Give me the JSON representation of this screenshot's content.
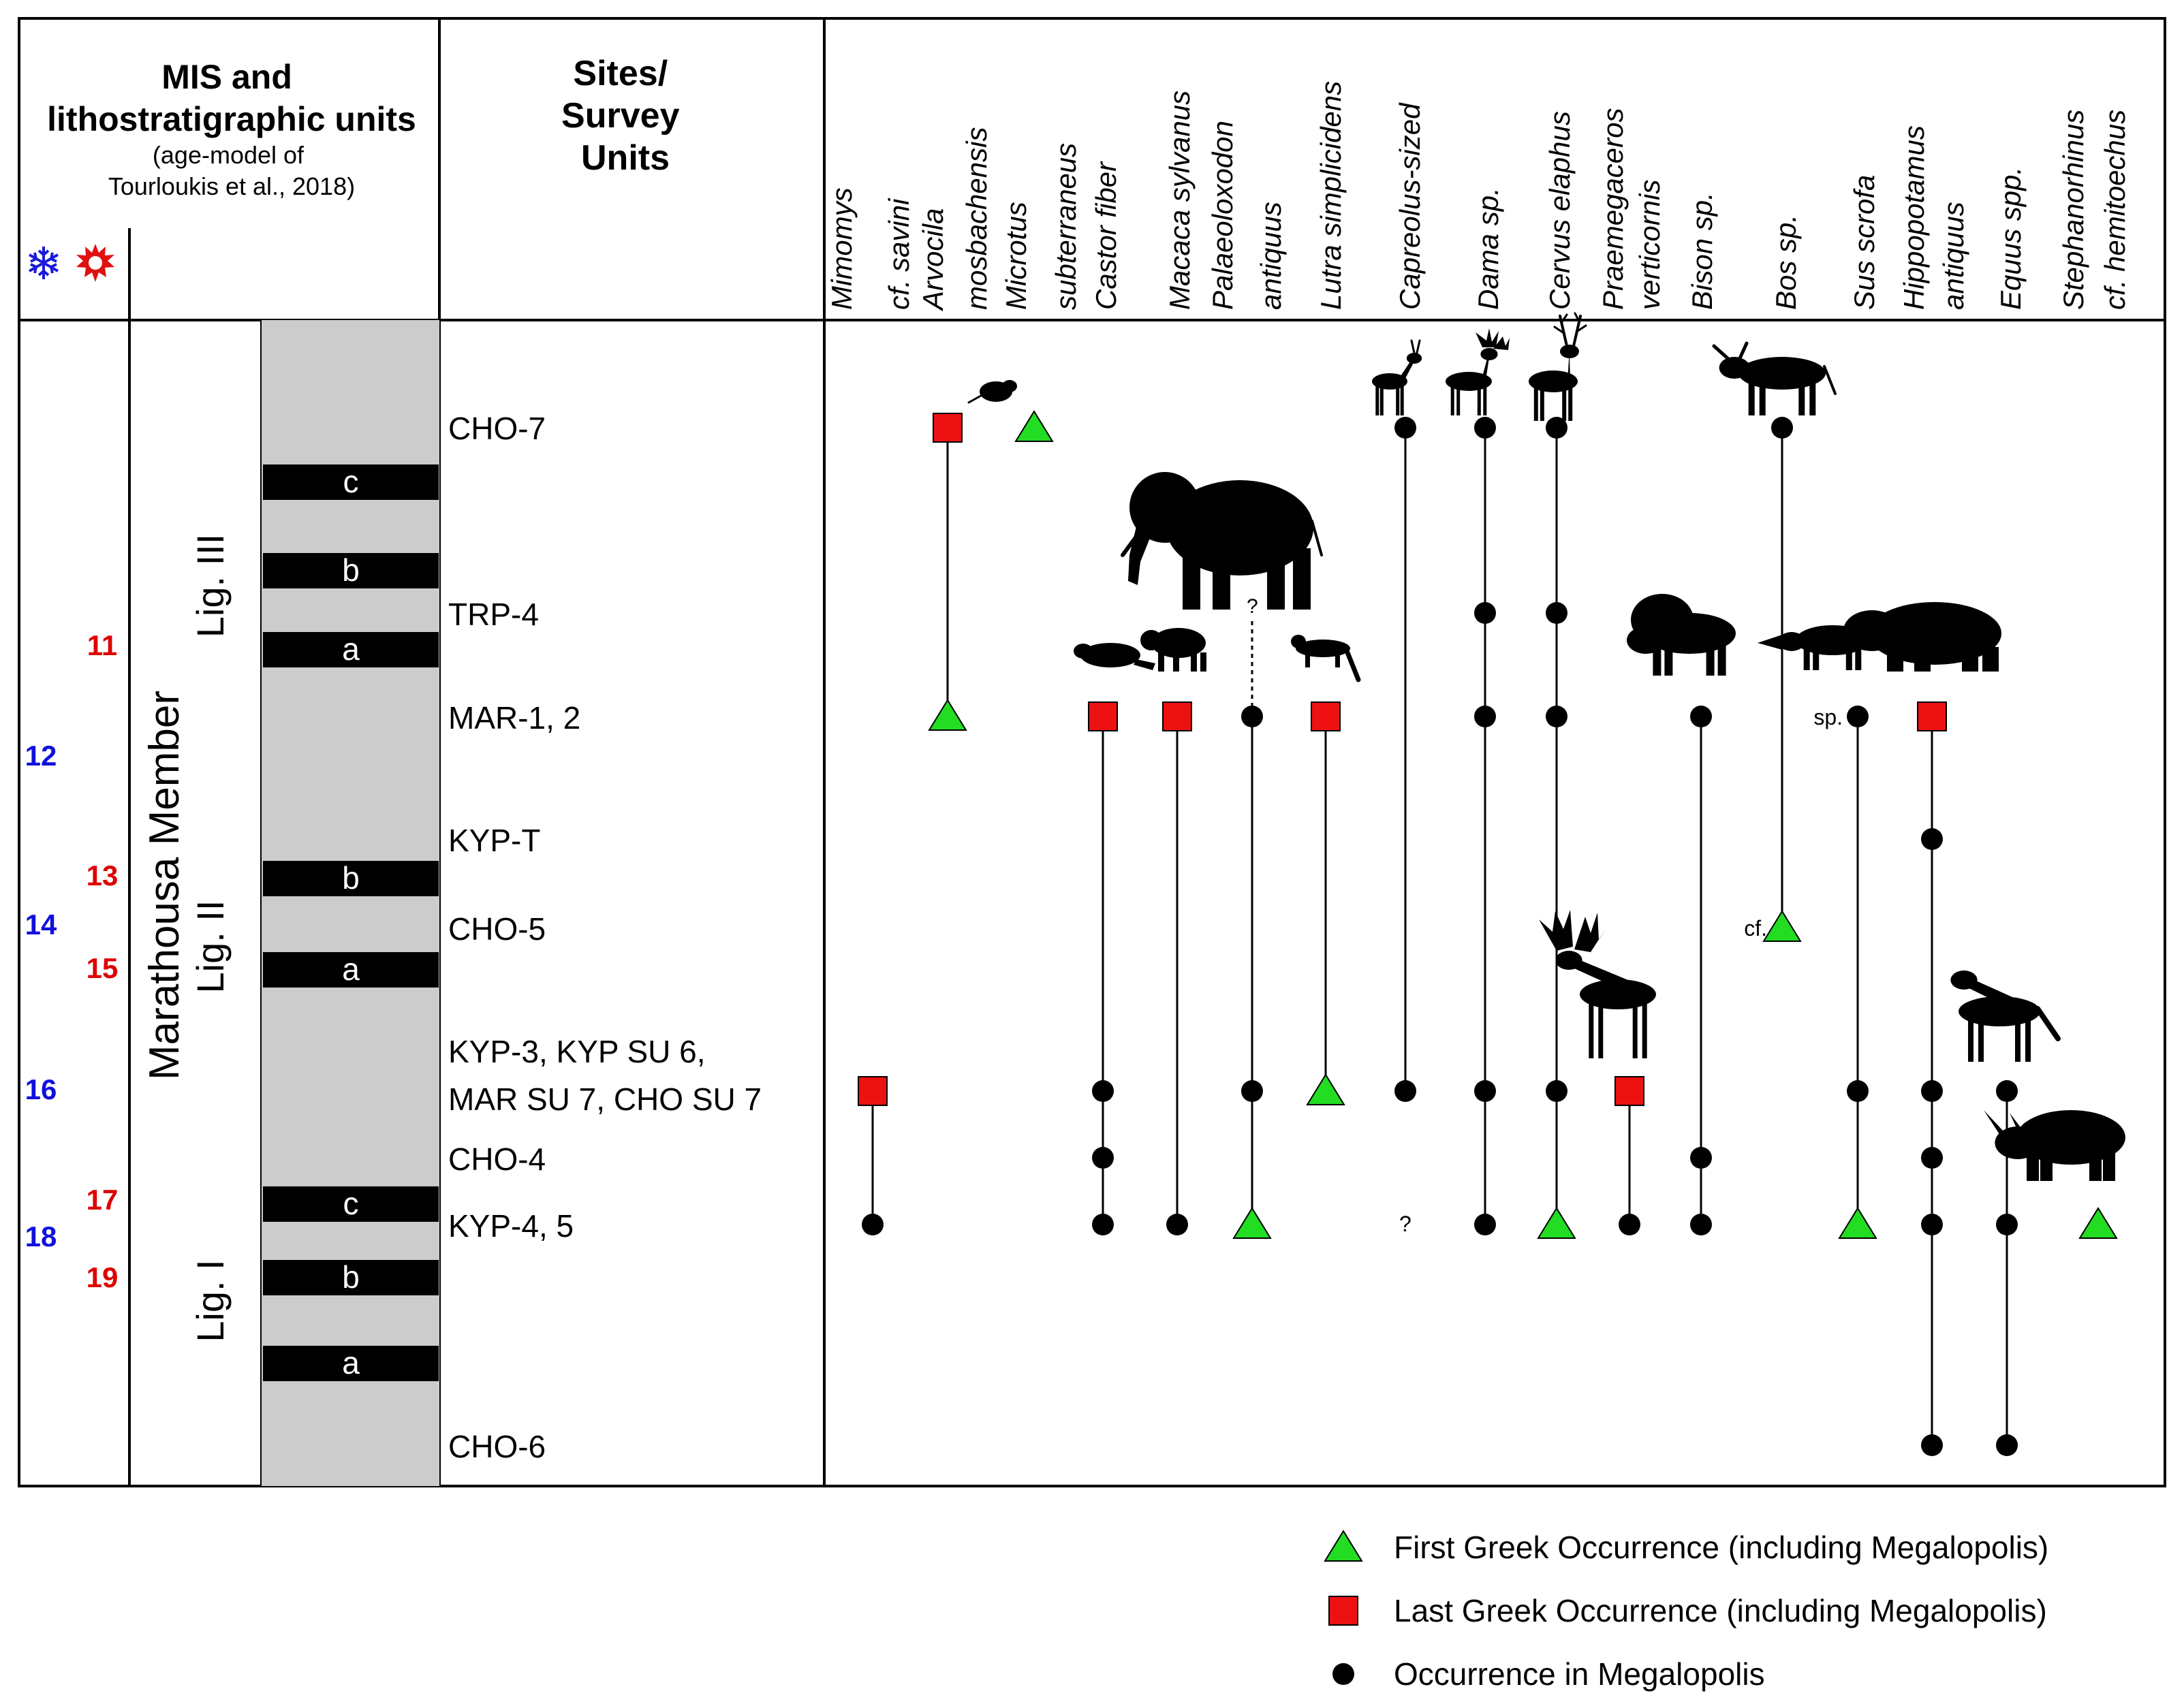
{
  "header": {
    "mis_title": [
      "MIS and",
      "lithostratigraphic units"
    ],
    "mis_subtitle": [
      "(age-model of",
      "Tourloukis et al., 2018)"
    ],
    "cold_icon": "snowflake-icon",
    "warm_icon": "sun-icon",
    "sites_title": [
      "Sites/",
      "Survey",
      "Units"
    ]
  },
  "taxa": [
    [
      "Mimomys",
      "cf. savini"
    ],
    [
      "Arvocila",
      "mosbachensis"
    ],
    [
      "Microtus",
      "subterraneus"
    ],
    [
      "Castor fiber"
    ],
    [
      "Macaca sylvanus"
    ],
    [
      "Palaeoloxodon",
      "antiquus"
    ],
    [
      "Lutra simplicidens"
    ],
    [
      "Capreolus-sized"
    ],
    [
      "Dama sp."
    ],
    [
      "Cervus elaphus"
    ],
    [
      "Praemegaceros",
      "verticornis"
    ],
    [
      "Bison sp."
    ],
    [
      "Bos sp."
    ],
    [
      "Sus scrofa"
    ],
    [
      "Hippopotamus",
      "antiquus"
    ],
    [
      "Equus spp."
    ],
    [
      "Stephanorhinus",
      "cf. hemitoechus"
    ]
  ],
  "member": "Marathousa Member",
  "lignites": [
    {
      "label": "Lig. III",
      "beds": [
        "c",
        "b",
        "a"
      ]
    },
    {
      "label": "Lig. II",
      "beds": [
        "b",
        "a"
      ]
    },
    {
      "label": "Lig. I",
      "beds": [
        "c",
        "b",
        "a"
      ]
    }
  ],
  "mis_stages": {
    "warm": [
      "11",
      "13",
      "15",
      "17",
      "19"
    ],
    "cold": [
      "12",
      "14",
      "16",
      "18"
    ]
  },
  "sites": [
    [
      "CHO-7"
    ],
    [
      "TRP-4"
    ],
    [
      "MAR-1, 2"
    ],
    [
      "KYP-T"
    ],
    [
      "CHO-5"
    ],
    [
      "KYP-3, KYP SU 6,",
      "MAR SU 7, CHO SU 7"
    ],
    [
      "CHO-4"
    ],
    [
      "KYP-4, 5"
    ],
    [
      "CHO-6"
    ]
  ],
  "occurrences": [
    {
      "taxon": 0,
      "items": [
        [
          5,
          "L"
        ],
        [
          7,
          "O"
        ]
      ]
    },
    {
      "taxon": 1,
      "items": [
        [
          0,
          "L"
        ],
        [
          2,
          "F"
        ]
      ]
    },
    {
      "taxon": 2,
      "items": [
        [
          0,
          "F"
        ]
      ]
    },
    {
      "taxon": 3,
      "items": [
        [
          2,
          "L"
        ],
        [
          5,
          "O"
        ],
        [
          6,
          "O"
        ],
        [
          7,
          "O"
        ]
      ]
    },
    {
      "taxon": 4,
      "items": [
        [
          2,
          "L"
        ],
        [
          7,
          "O"
        ]
      ]
    },
    {
      "taxon": 5,
      "items": [
        [
          2,
          "O"
        ],
        [
          5,
          "O"
        ],
        [
          7,
          "F"
        ]
      ],
      "uncertain_above": "?"
    },
    {
      "taxon": 6,
      "items": [
        [
          2,
          "L"
        ],
        [
          5,
          "F"
        ]
      ]
    },
    {
      "taxon": 7,
      "items": [
        [
          0,
          "O"
        ],
        [
          5,
          "O"
        ],
        [
          7,
          "?"
        ]
      ]
    },
    {
      "taxon": 8,
      "items": [
        [
          0,
          "O"
        ],
        [
          1,
          "O"
        ],
        [
          2,
          "O"
        ],
        [
          5,
          "O"
        ],
        [
          7,
          "O"
        ]
      ]
    },
    {
      "taxon": 9,
      "items": [
        [
          0,
          "O"
        ],
        [
          1,
          "O"
        ],
        [
          2,
          "O"
        ],
        [
          5,
          "O"
        ],
        [
          7,
          "F"
        ]
      ]
    },
    {
      "taxon": 10,
      "items": [
        [
          5,
          "L"
        ],
        [
          7,
          "O"
        ]
      ]
    },
    {
      "taxon": 11,
      "items": [
        [
          2,
          "O"
        ],
        [
          6,
          "O"
        ],
        [
          7,
          "O"
        ]
      ]
    },
    {
      "taxon": 12,
      "items": [
        [
          0,
          "O"
        ],
        [
          4,
          "F"
        ]
      ],
      "notes": {
        "4": "cf."
      }
    },
    {
      "taxon": 13,
      "items": [
        [
          2,
          "O"
        ],
        [
          5,
          "O"
        ],
        [
          7,
          "F"
        ]
      ],
      "notes": {
        "2": "sp."
      }
    },
    {
      "taxon": 14,
      "items": [
        [
          2,
          "L"
        ],
        [
          3,
          "O"
        ],
        [
          5,
          "O"
        ],
        [
          6,
          "O"
        ],
        [
          7,
          "O"
        ],
        [
          8,
          "O"
        ]
      ]
    },
    {
      "taxon": 15,
      "items": [
        [
          5,
          "O"
        ],
        [
          7,
          "O"
        ],
        [
          8,
          "O"
        ]
      ]
    },
    {
      "taxon": 16,
      "items": [
        [
          7,
          "F"
        ]
      ]
    }
  ],
  "legend": {
    "first": "First Greek Occurrence (including Megalopolis)",
    "last": "Last Greek Occurrence (including Megalopolis)",
    "occ": "Occurrence in Megalopolis"
  },
  "colors": {
    "first": "#22dd22",
    "last": "#ee1111",
    "occ": "#000000",
    "warm_text": "#dd0000",
    "cold_text": "#1010dd",
    "column_fill": "#cccccc"
  },
  "silhouettes": [
    "vole-silhouette",
    "roe-deer-silhouette",
    "fallow-deer-silhouette",
    "red-deer-silhouette",
    "aurochs-silhouette",
    "elephant-silhouette",
    "beaver-silhouette",
    "macaque-silhouette",
    "otter-silhouette",
    "bison-silhouette",
    "boar-silhouette",
    "hippo-silhouette",
    "giant-deer-silhouette",
    "horse-silhouette",
    "rhino-silhouette"
  ]
}
